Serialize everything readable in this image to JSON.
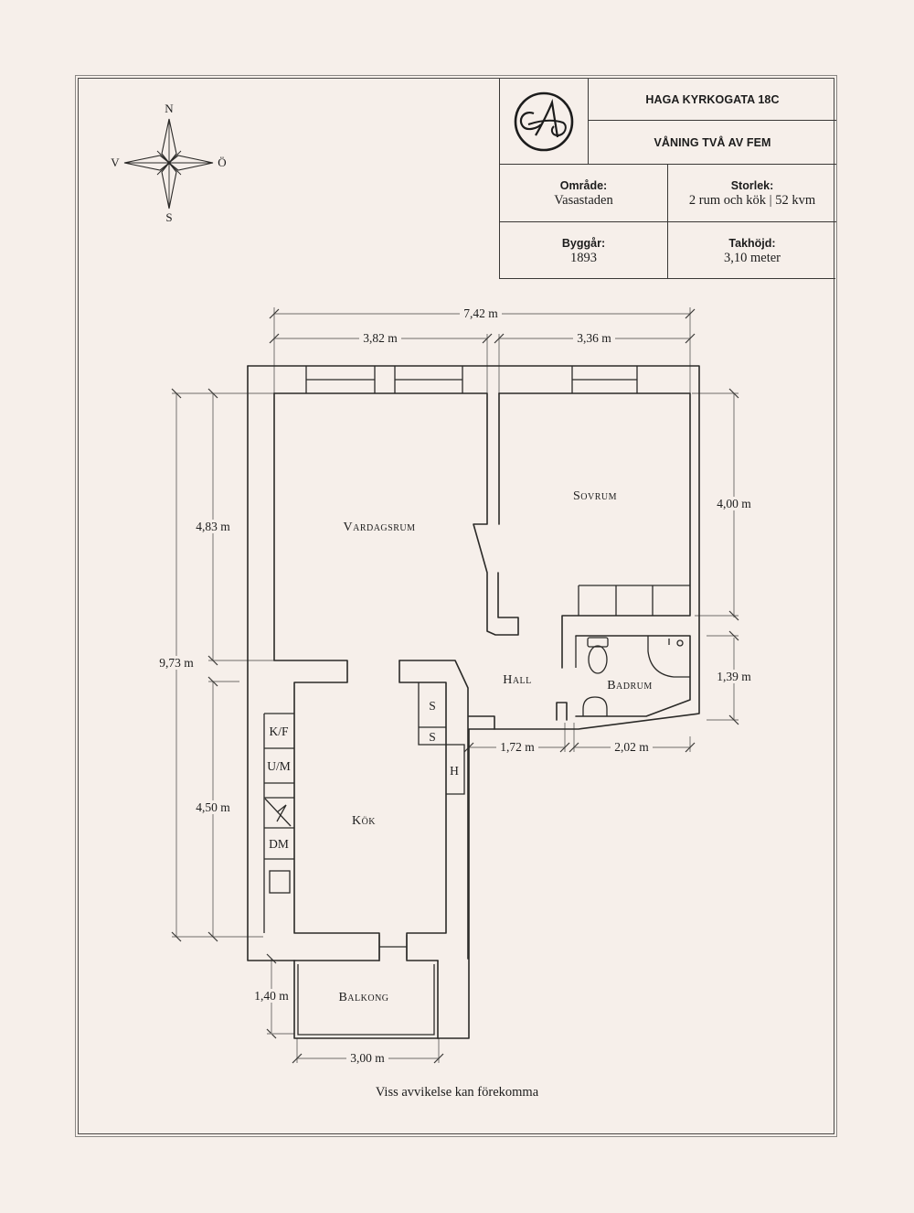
{
  "title_block": {
    "address": "HAGA KYRKOGATA 18C",
    "floor": "VÅNING TVÅ AV FEM",
    "logo_icon": "monogram-logo",
    "fields": [
      {
        "label": "Område:",
        "value": "Vasastaden"
      },
      {
        "label": "Storlek:",
        "value": "2 rum och kök | 52 kvm"
      },
      {
        "label": "Byggår:",
        "value": "1893"
      },
      {
        "label": "Takhöjd:",
        "value": "3,10 meter"
      }
    ]
  },
  "compass": {
    "icon": "compass-rose-icon",
    "north": "N",
    "south": "S",
    "west": "V",
    "east": "Ö"
  },
  "rooms": {
    "vardagsrum": "Vardagsrum",
    "sovrum": "Sovrum",
    "hall": "Hall",
    "badrum": "Badrum",
    "kok": "Kök",
    "balkong": "Balkong"
  },
  "fixtures": {
    "kf": "K/F",
    "um": "U/M",
    "dm": "DM",
    "s1": "S",
    "s2": "S",
    "h": "H"
  },
  "dimensions": {
    "total_width": "7,42 m",
    "living_width": "3,82 m",
    "bedroom_width": "3,36 m",
    "total_depth": "9,73 m",
    "living_depth": "4,83 m",
    "kitchen_depth": "4,50 m",
    "bedroom_depth": "4,00 m",
    "bathroom_depth": "1,39 m",
    "hall_width": "1,72 m",
    "bathroom_width": "2,02 m",
    "balcony_depth": "1,40 m",
    "balcony_width": "3,00 m"
  },
  "note": "Viss avvikelse kan förekomma"
}
